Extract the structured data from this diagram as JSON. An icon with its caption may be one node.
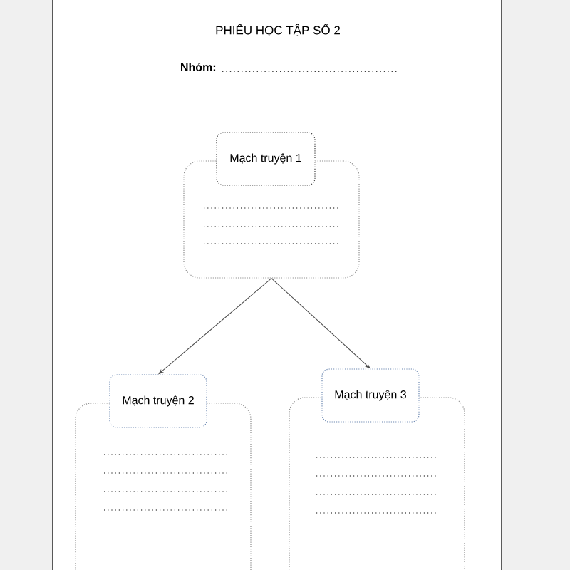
{
  "diagram": {
    "title": "PHIẾU HỌC TẬP SỐ 2",
    "nodes": [
      {
        "text": [
          "Mạch truyện 1"
        ]
      },
      {
        "text": [],
        "shape": "box"
      },
      {
        "text": [
          "Mạch truyện 2"
        ]
      },
      {
        "text": [],
        "shape": "box"
      },
      {
        "text": [
          "Mạch truyện 3"
        ]
      },
      {
        "text": [],
        "shape": "box"
      }
    ],
    "edges": [
      {
        "from": 1,
        "to": 2,
        "arrow": "to"
      },
      {
        "from": 1,
        "to": 4,
        "arrow": "to"
      }
    ],
    "labels": [
      "Nhóm:"
    ]
  }
}
